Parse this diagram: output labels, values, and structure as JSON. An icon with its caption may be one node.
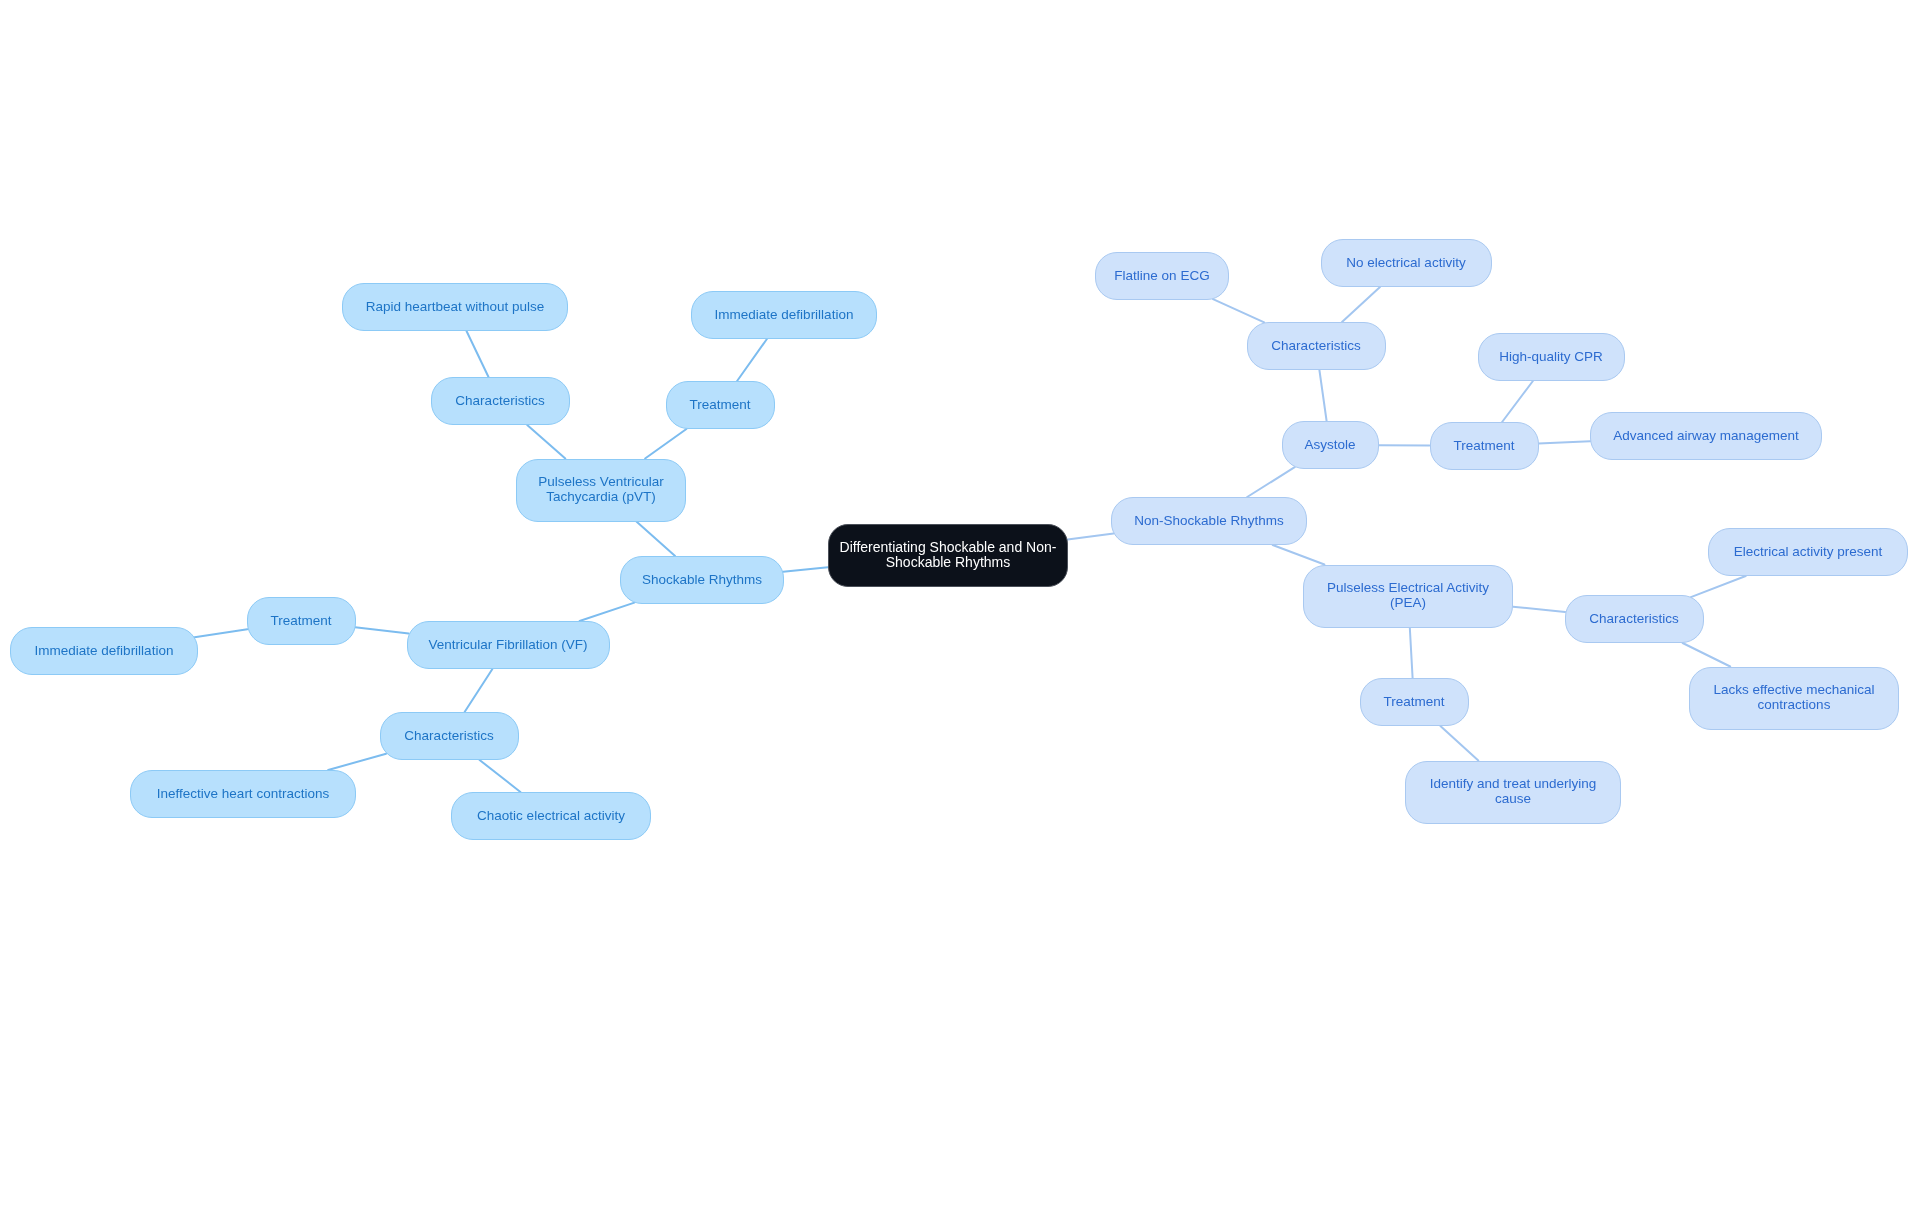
{
  "diagram": {
    "nodes": [
      {
        "text": [
          "Differentiating Shockable and Non-Shockable Rhythms"
        ]
      },
      {
        "text": [
          "Shockable Rhythms"
        ]
      },
      {
        "text": [
          "Pulseless Ventricular Tachycardia (pVT)"
        ]
      },
      {
        "text": [
          "Characteristics"
        ]
      },
      {
        "text": [
          "Rapid heartbeat without pulse"
        ]
      },
      {
        "text": [
          "Treatment"
        ]
      },
      {
        "text": [
          "Immediate defibrillation"
        ]
      },
      {
        "text": [
          "Ventricular Fibrillation (VF)"
        ]
      },
      {
        "text": [
          "Treatment"
        ]
      },
      {
        "text": [
          "Immediate defibrillation"
        ]
      },
      {
        "text": [
          "Characteristics"
        ]
      },
      {
        "text": [
          "Ineffective heart contractions"
        ]
      },
      {
        "text": [
          "Chaotic electrical activity"
        ]
      },
      {
        "text": [
          "Non-Shockable Rhythms"
        ]
      },
      {
        "text": [
          "Asystole"
        ]
      },
      {
        "text": [
          "Characteristics"
        ]
      },
      {
        "text": [
          "Flatline on ECG"
        ]
      },
      {
        "text": [
          "No electrical activity"
        ]
      },
      {
        "text": [
          "Treatment"
        ]
      },
      {
        "text": [
          "High-quality CPR"
        ]
      },
      {
        "text": [
          "Advanced airway management"
        ]
      },
      {
        "text": [
          "Pulseless Electrical Activity (PEA)"
        ]
      },
      {
        "text": [
          "Characteristics"
        ]
      },
      {
        "text": [
          "Electrical activity present"
        ]
      },
      {
        "text": [
          "Lacks effective mechanical contractions"
        ]
      },
      {
        "text": [
          "Treatment"
        ]
      },
      {
        "text": [
          "Identify and treat underlying cause"
        ]
      }
    ],
    "edges": [
      {
        "from": 0,
        "to": 1,
        "arrow": "none",
        "color": "#7cbcef"
      },
      {
        "from": 1,
        "to": 2,
        "arrow": "none",
        "color": "#7cbcef"
      },
      {
        "from": 2,
        "to": 3,
        "arrow": "none",
        "color": "#7cbcef"
      },
      {
        "from": 3,
        "to": 4,
        "arrow": "none",
        "color": "#7cbcef"
      },
      {
        "from": 2,
        "to": 5,
        "arrow": "none",
        "color": "#7cbcef"
      },
      {
        "from": 5,
        "to": 6,
        "arrow": "none",
        "color": "#7cbcef"
      },
      {
        "from": 1,
        "to": 7,
        "arrow": "none",
        "color": "#7cbcef"
      },
      {
        "from": 7,
        "to": 8,
        "arrow": "none",
        "color": "#7cbcef"
      },
      {
        "from": 8,
        "to": 9,
        "arrow": "none",
        "color": "#7cbcef"
      },
      {
        "from": 7,
        "to": 10,
        "arrow": "none",
        "color": "#7cbcef"
      },
      {
        "from": 10,
        "to": 11,
        "arrow": "none",
        "color": "#7cbcef"
      },
      {
        "from": 10,
        "to": 12,
        "arrow": "none",
        "color": "#7cbcef"
      },
      {
        "from": 0,
        "to": 13,
        "arrow": "none"
      },
      {
        "from": 13,
        "to": 14,
        "arrow": "none"
      },
      {
        "from": 14,
        "to": 15,
        "arrow": "none"
      },
      {
        "from": 15,
        "to": 16,
        "arrow": "none"
      },
      {
        "from": 15,
        "to": 17,
        "arrow": "none"
      },
      {
        "from": 14,
        "to": 18,
        "arrow": "none"
      },
      {
        "from": 18,
        "to": 19,
        "arrow": "none"
      },
      {
        "from": 18,
        "to": 20,
        "arrow": "none"
      },
      {
        "from": 13,
        "to": 21,
        "arrow": "none"
      },
      {
        "from": 21,
        "to": 22,
        "arrow": "none"
      },
      {
        "from": 22,
        "to": 23,
        "arrow": "none"
      },
      {
        "from": 22,
        "to": 24,
        "arrow": "none"
      },
      {
        "from": 21,
        "to": 25,
        "arrow": "none"
      },
      {
        "from": 25,
        "to": 26,
        "arrow": "none"
      }
    ]
  }
}
